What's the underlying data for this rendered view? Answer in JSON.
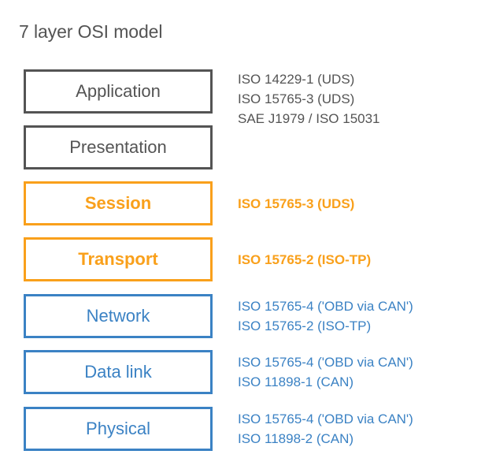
{
  "title": "7 layer OSI model",
  "colors": {
    "gray": "#545454",
    "orange": "#F9A01B",
    "blue": "#3B82C4",
    "background": "#FFFFFF"
  },
  "chart_data": {
    "type": "table",
    "title": "7 layer OSI model",
    "xlabel": "",
    "ylabel": "",
    "categories": [
      "Application",
      "Presentation",
      "Session",
      "Transport",
      "Network",
      "Data link",
      "Physical"
    ],
    "series": [
      {
        "name": "Protocols / standards",
        "values": [
          "ISO 14229-1 (UDS); ISO 15765-3 (UDS); SAE J1979 / ISO 15031",
          "",
          "ISO 15765-3 (UDS)",
          "ISO 15765-2 (ISO-TP)",
          "ISO 15765-4 ('OBD via CAN'); ISO 15765-2 (ISO-TP)",
          "ISO 15765-4 ('OBD via CAN'); ISO 11898-1 (CAN)",
          "ISO 15765-4 ('OBD via CAN'); ISO 11898-2 (CAN)"
        ]
      }
    ]
  },
  "layers": [
    {
      "name": "Application",
      "tone": "gray",
      "annotations": [
        "ISO 14229-1 (UDS)",
        "ISO 15765-3 (UDS)",
        "SAE J1979 / ISO 15031"
      ]
    },
    {
      "name": "Presentation",
      "tone": "gray",
      "annotations": []
    },
    {
      "name": "Session",
      "tone": "orange",
      "annotations": [
        "ISO 15765-3 (UDS)"
      ]
    },
    {
      "name": "Transport",
      "tone": "orange",
      "annotations": [
        "ISO 15765-2 (ISO-TP)"
      ]
    },
    {
      "name": "Network",
      "tone": "blue",
      "annotations": [
        "ISO 15765-4 ('OBD via CAN')",
        "ISO 15765-2 (ISO-TP)"
      ]
    },
    {
      "name": "Data link",
      "tone": "blue",
      "annotations": [
        "ISO 15765-4 ('OBD via CAN')",
        "ISO 11898-1 (CAN)"
      ]
    },
    {
      "name": "Physical",
      "tone": "blue",
      "annotations": [
        "ISO 15765-4 ('OBD via CAN')",
        "ISO 11898-2 (CAN)"
      ]
    }
  ]
}
